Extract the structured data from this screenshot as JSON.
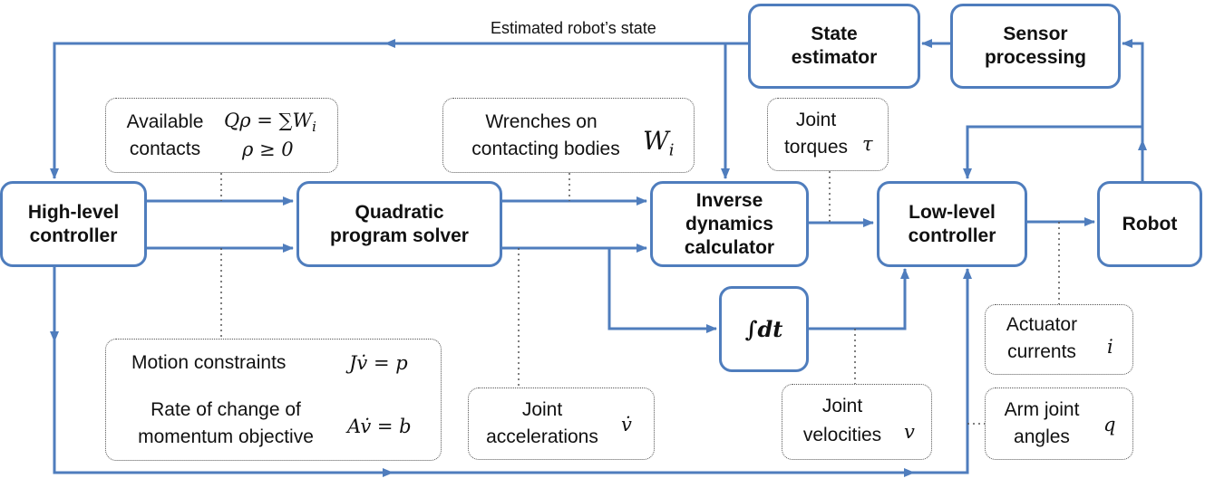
{
  "blocks": {
    "high_level": [
      "High-level",
      "controller"
    ],
    "qp_solver": [
      "Quadratic",
      "program solver"
    ],
    "inverse_dynamics": [
      "Inverse",
      "dynamics",
      "calculator"
    ],
    "low_level": [
      "Low-level",
      "controller"
    ],
    "robot": "Robot",
    "state_estimator": [
      "State",
      "estimator"
    ],
    "sensor_processing": [
      "Sensor",
      "processing"
    ],
    "integrator": "∫dt"
  },
  "flow_label": "Estimated robot’s state",
  "notes": {
    "contacts": {
      "text": [
        "Available",
        "contacts"
      ],
      "eq1": "Qρ = ∑W",
      "eq1_sub": "i",
      "eq2": "ρ ≥ 0"
    },
    "wrenches": {
      "text": [
        "Wrenches on",
        "contacting bodies"
      ],
      "sym": "W",
      "sym_sub": "i"
    },
    "torques": {
      "text": [
        "Joint",
        "torques"
      ],
      "sym": "τ"
    },
    "constraints": {
      "line1": "Motion constraints",
      "eq1": "Jv̇ = p",
      "line2": [
        "Rate of change of",
        "momentum objective"
      ],
      "eq2": "Av̇ = b"
    },
    "accelerations": {
      "text": [
        "Joint",
        "accelerations"
      ],
      "sym": "v̇"
    },
    "velocities": {
      "text": [
        "Joint",
        "velocities"
      ],
      "sym": "v"
    },
    "currents": {
      "text": [
        "Actuator",
        "currents"
      ],
      "sym": "i"
    },
    "arm_angles": {
      "text": [
        "Arm joint",
        "angles"
      ],
      "sym": "q"
    }
  },
  "colors": {
    "accent": "#4f7dbd"
  }
}
